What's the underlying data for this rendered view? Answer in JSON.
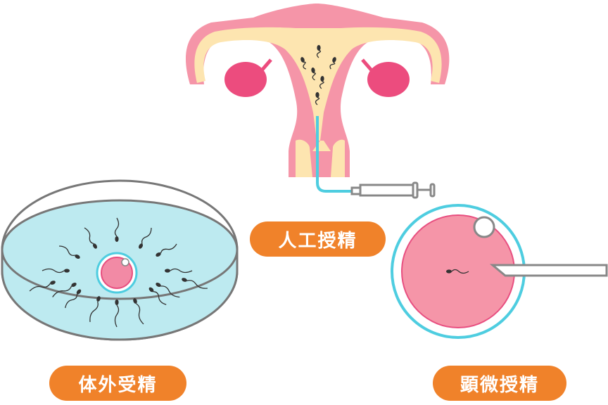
{
  "labels": {
    "artificial_insemination": "人工授精",
    "ivf": "体外受精",
    "icsi": "顕微授精"
  },
  "colors": {
    "label_bg": "#f0822a",
    "uterus_pink": "#f595a8",
    "inner_cream": "#fde5b0",
    "ovary": "#ec4c7e",
    "catheter": "#4ecde0",
    "dish_fill": "#bdeaf0",
    "egg_pink": "#f28aa5"
  }
}
